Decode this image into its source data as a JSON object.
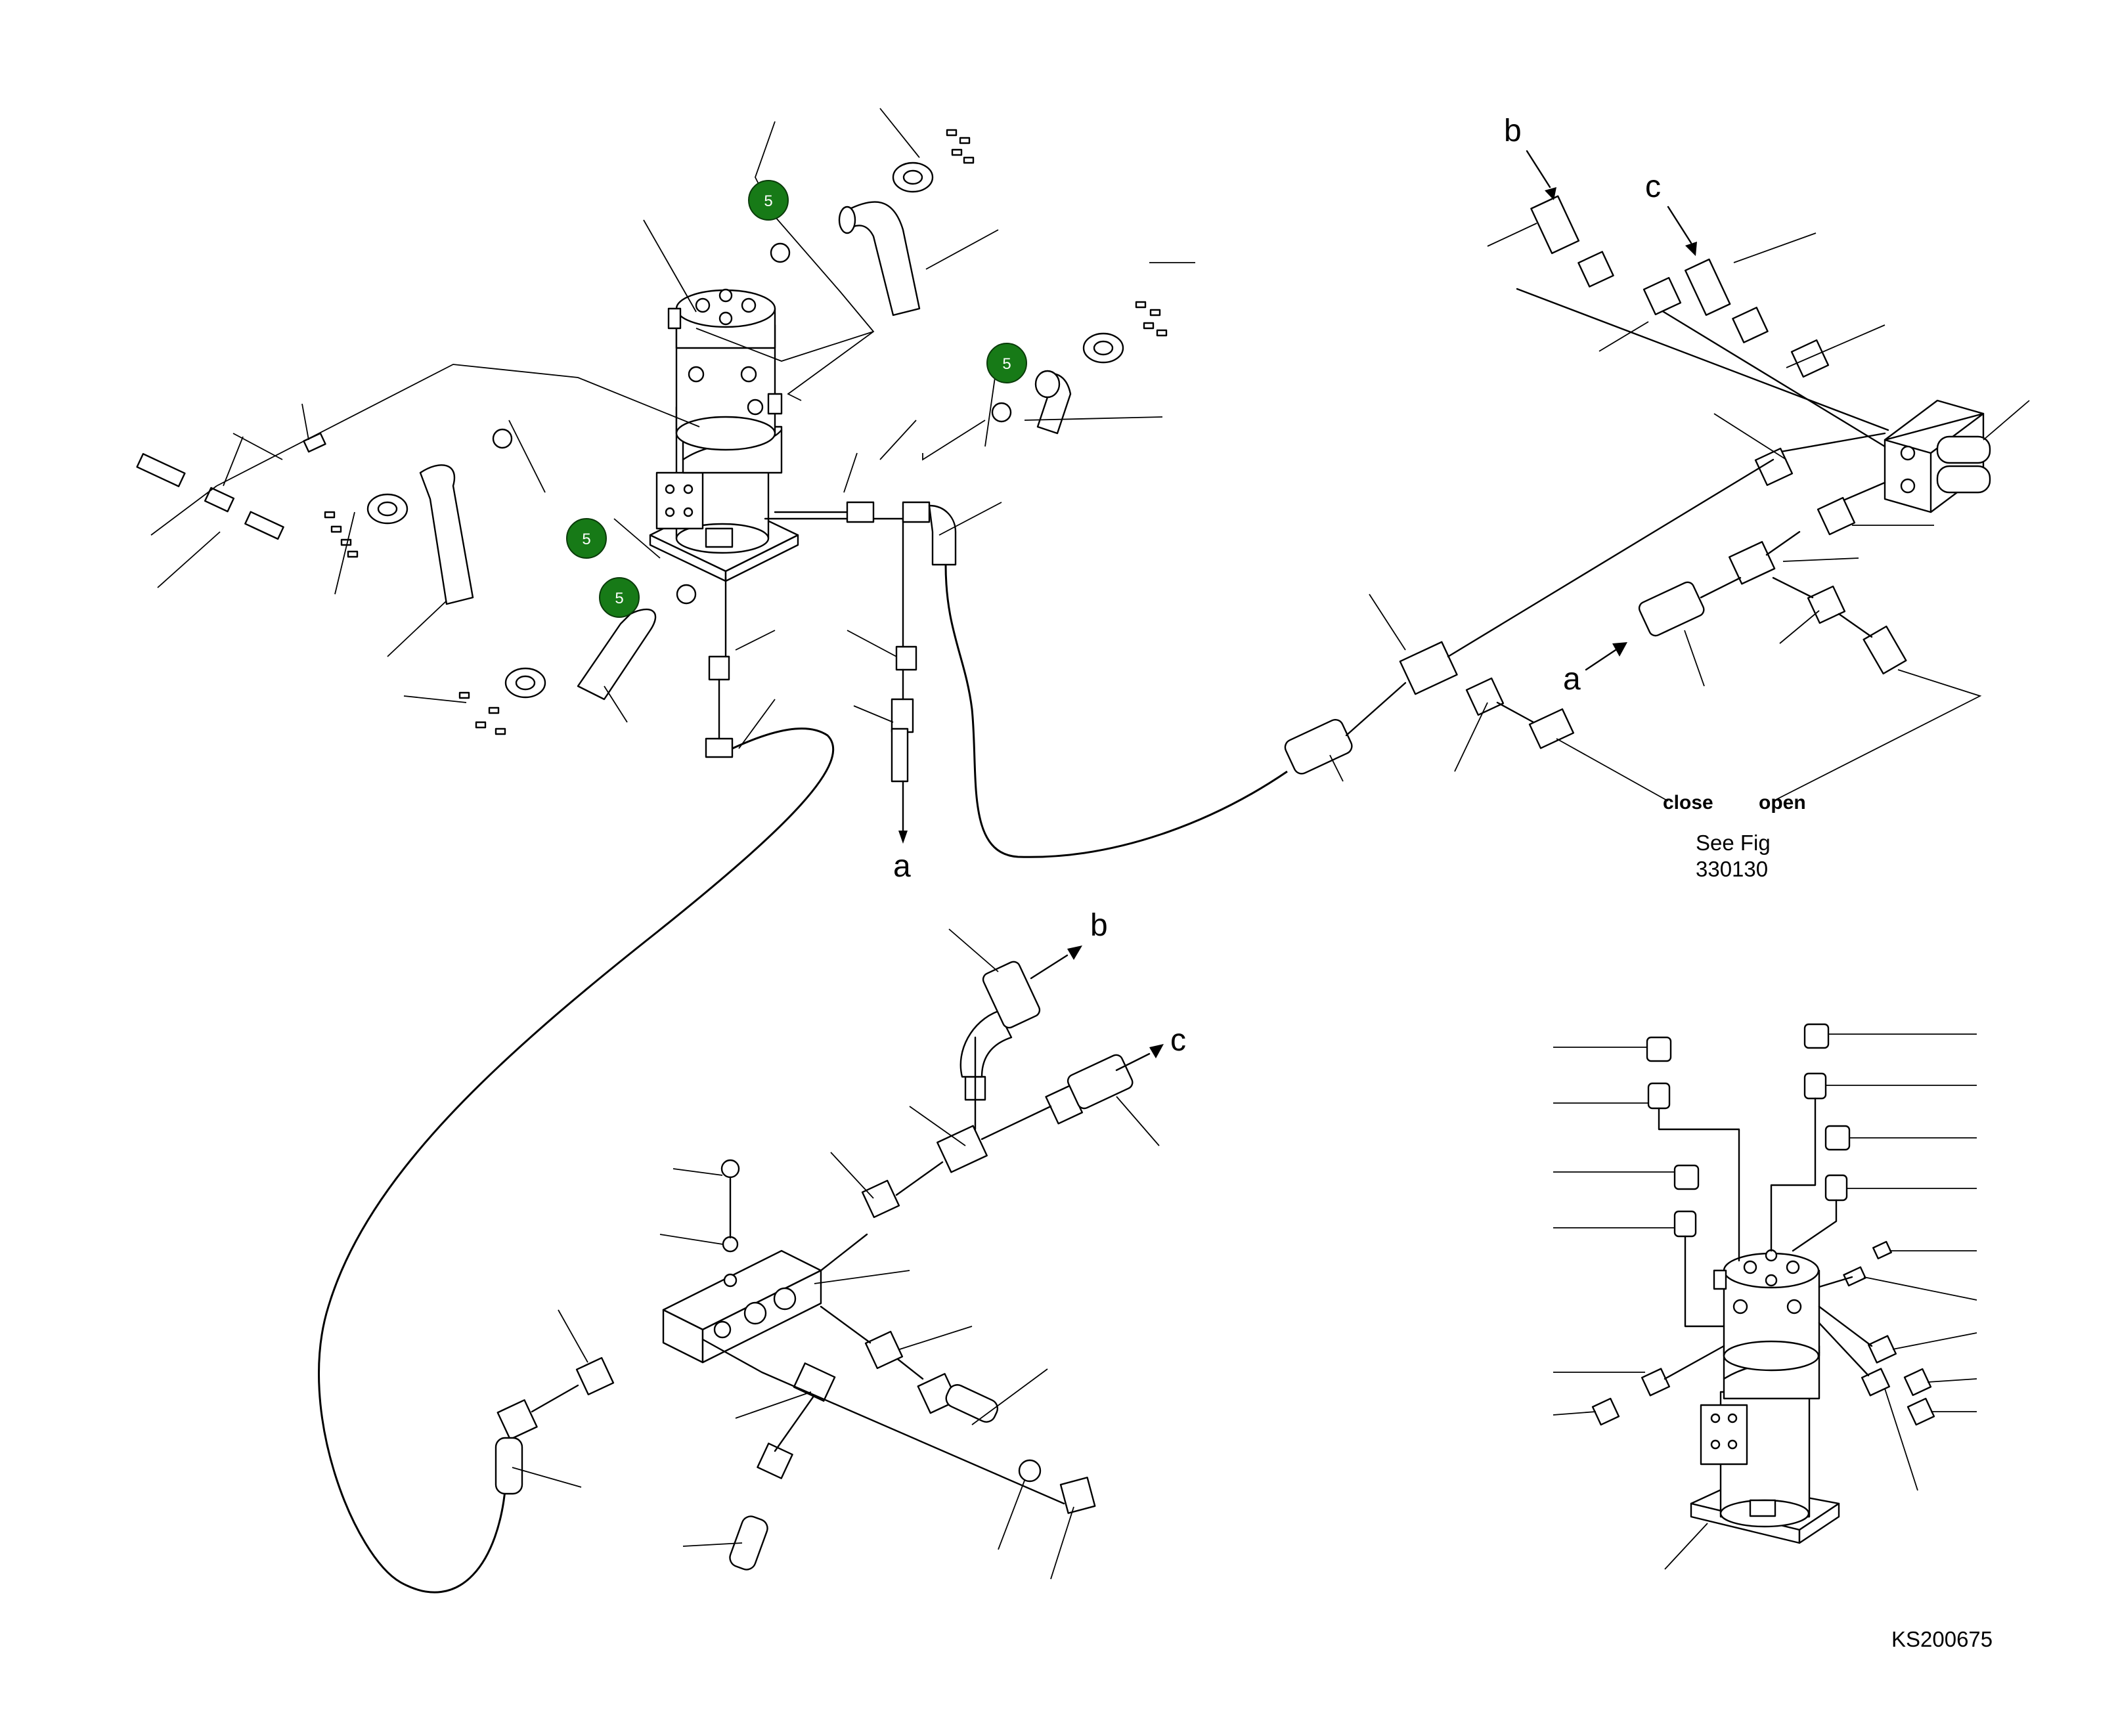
{
  "callouts": {
    "part_number": "5",
    "letter_a": "a",
    "letter_b": "b",
    "letter_c": "c",
    "close": "close",
    "open": "open",
    "see_fig_line1": "See Fig",
    "see_fig_line2": "330130"
  },
  "figure_code": "KS200675",
  "colors": {
    "badge_fill": "#177a17",
    "line": "#000000",
    "background": "#ffffff"
  }
}
